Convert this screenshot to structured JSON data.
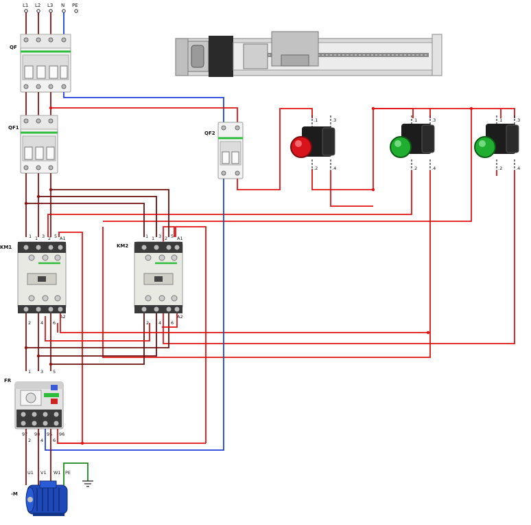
{
  "supply": {
    "l1": "L1",
    "l2": "L2",
    "l3": "L3",
    "n": "N",
    "pe": "PE"
  },
  "devices": {
    "qf": "QF",
    "qf1": "QF1",
    "qf2": "QF2",
    "km1": "KM1",
    "km2": "KM2",
    "fr": "FR",
    "motor": "-M"
  },
  "terminals": {
    "top": [
      "1",
      "3",
      "5"
    ],
    "contactor_top": [
      "1",
      "1",
      "3",
      "2",
      "5"
    ],
    "contactor_top_km2": [
      "1",
      "1",
      "3",
      "2",
      "5"
    ],
    "contactor_bottom": [
      "2",
      "4",
      "6"
    ],
    "coil_a1": "A1",
    "coil_a2": "A2",
    "fr_top": [
      "1",
      "3",
      "5"
    ],
    "fr_bottom": [
      "2",
      "4",
      "6"
    ],
    "fr_aux": [
      "95",
      "96"
    ],
    "fr_aux_extra": [
      "97",
      "98"
    ],
    "motor": [
      "U1",
      "V1",
      "W1",
      "PE"
    ],
    "pb_top": [
      ".1",
      ".3"
    ],
    "pb_bottom": [
      ".2",
      ".4"
    ]
  },
  "pushbuttons": [
    {
      "color": "red",
      "role": "stop"
    },
    {
      "color": "green",
      "role": "start-forward"
    },
    {
      "color": "green",
      "role": "start-reverse"
    }
  ],
  "colors": {
    "power": "#8b1010",
    "control": "#e01010",
    "neutral": "#1f3fdc",
    "earth": "#1a8a1a"
  }
}
